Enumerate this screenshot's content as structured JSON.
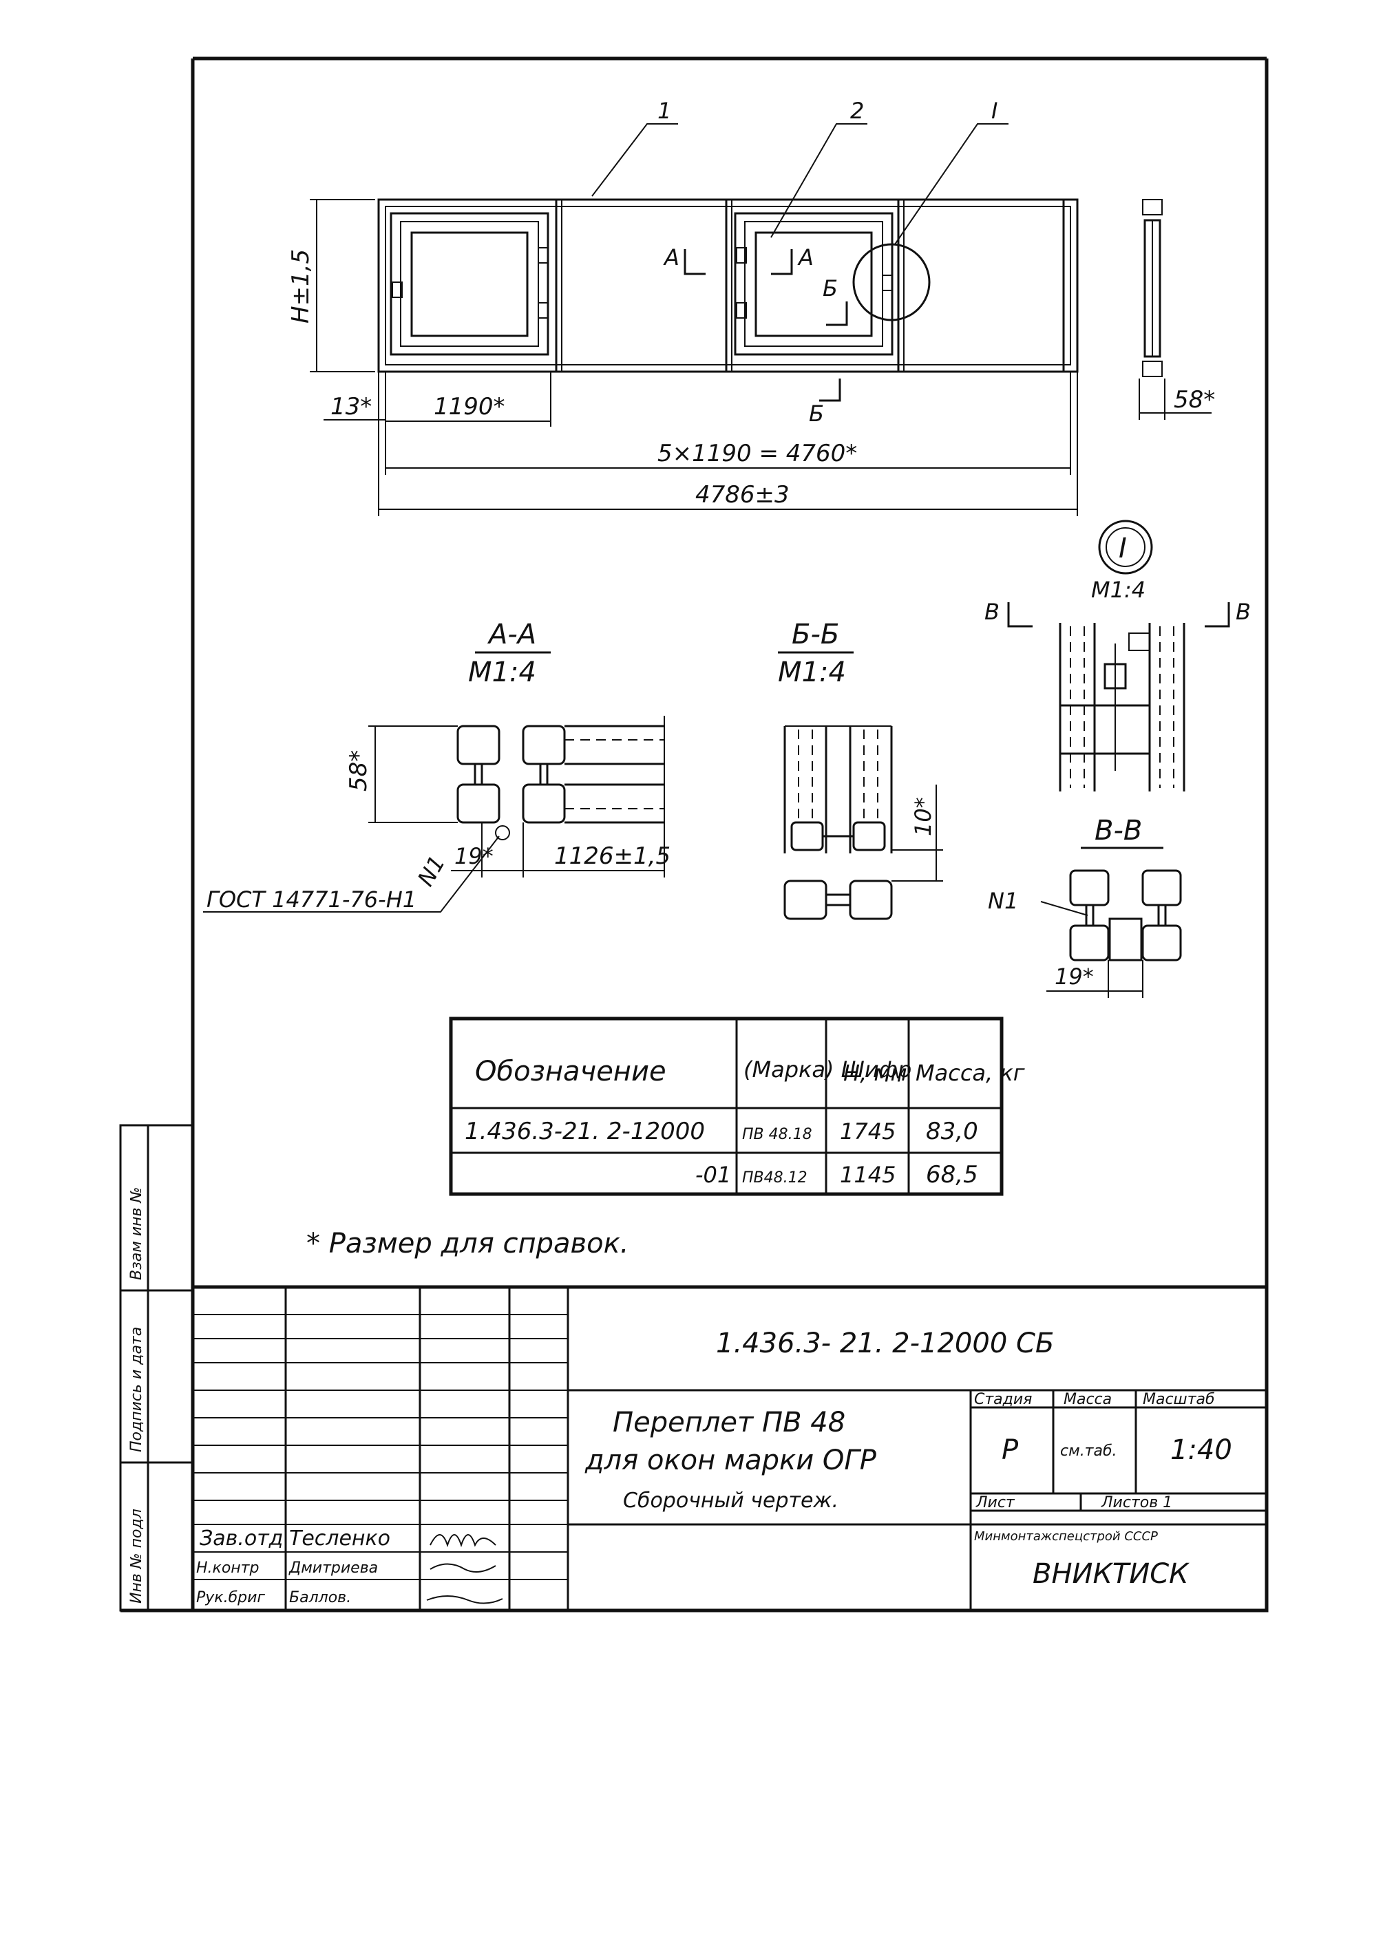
{
  "callouts": {
    "c1": "1",
    "c2": "2",
    "c3": "I"
  },
  "main_view": {
    "height_dim": "H±1,5",
    "left_offset": "13*",
    "pane_width": "1190*",
    "total_inner": "5×1190 = 4760*",
    "overall": "4786±3",
    "depth": "58*",
    "cut_a": "A",
    "cut_b": "Б"
  },
  "section_aa": {
    "title": "А-А",
    "scale": "М1:4",
    "dim_height": "58*",
    "dim_19": "19*",
    "dim_len": "1126±1,5",
    "weld": "N1",
    "gost": "ГОСТ 14771-76-Н1"
  },
  "section_bb": {
    "title": "Б-Б",
    "scale": "М1:4",
    "dim_10": "10*"
  },
  "detail_i": {
    "label": "I",
    "scale": "М1:4",
    "cut": "В"
  },
  "section_vv": {
    "title": "В-В",
    "weld": "N1",
    "dim_19": "19*"
  },
  "table": {
    "headers": {
      "designation": "Обозначение",
      "mark": "(Марка) Шифр",
      "h": "Н, мм",
      "mass": "Масса, кг"
    },
    "rows": [
      {
        "designation": "1.436.3-21. 2-12000",
        "mark": "ПВ 48.18",
        "h": "1745",
        "mass": "83,0"
      },
      {
        "designation": "-01",
        "mark": "ПВ48.12",
        "h": "1145",
        "mass": "68,5"
      }
    ]
  },
  "note": "* Размер для справок.",
  "title_block": {
    "code": "1.436.3- 21.   2-12000 СБ",
    "name_1": "Переплет ПВ 48",
    "name_2": "для окон марки ОГР",
    "name_3": "Сборочный чертеж.",
    "stage_hdr": "Стадия",
    "mass_hdr": "Масса",
    "scale_hdr": "Масштаб",
    "stage": "Р",
    "mass": "см.таб.",
    "scale": "1:40",
    "sheet": "Лист",
    "sheets": "Листов 1",
    "org_1": "Минмонтажспецстрой СССР",
    "org_2": "ВНИКТИСК",
    "staff": [
      {
        "role": "Зав.отд",
        "name": "Тесленко"
      },
      {
        "role": "Н.контр",
        "name": "Дмитриева"
      },
      {
        "role": "Рук.бриг",
        "name": "Баллов."
      }
    ]
  },
  "side_labels": {
    "s1": "Взам инв №",
    "s2": "Подпись и дата",
    "s3": "Инв № подл"
  }
}
